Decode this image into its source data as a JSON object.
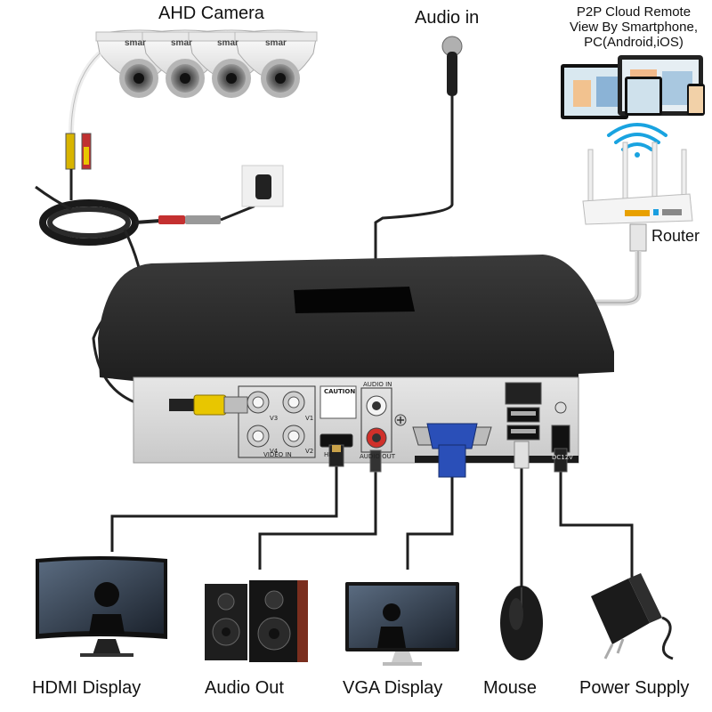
{
  "labels": {
    "ahd_camera": "AHD Camera",
    "audio_in": "Audio in",
    "p2p_line1": "P2P Cloud Remote",
    "p2p_line2": "View By Smartphone,",
    "p2p_line3": "PC(Android,iOS)",
    "router": "Router",
    "hdmi_display": "HDMI Display",
    "audio_out": "Audio Out",
    "vga_display": "VGA Display",
    "mouse": "Mouse",
    "power_supply": "Power Supply"
  },
  "camera_brand": "smar",
  "panel": {
    "video_in": "VIDEO IN",
    "v1": "V1",
    "v2": "V2",
    "v3": "V3",
    "v4": "V4",
    "caution": "CAUTION",
    "audio_in": "AUDIO IN",
    "audio_out": "AUDIO OUT",
    "hdmi": "HDMI",
    "dc12v": "DC12V"
  },
  "colors": {
    "dvr_body": "#1c1c1c",
    "panel": "#d9d9d9",
    "bnc_yellow": "#e8c600",
    "vga_blue": "#2a4fb8",
    "cable": "#222222"
  }
}
